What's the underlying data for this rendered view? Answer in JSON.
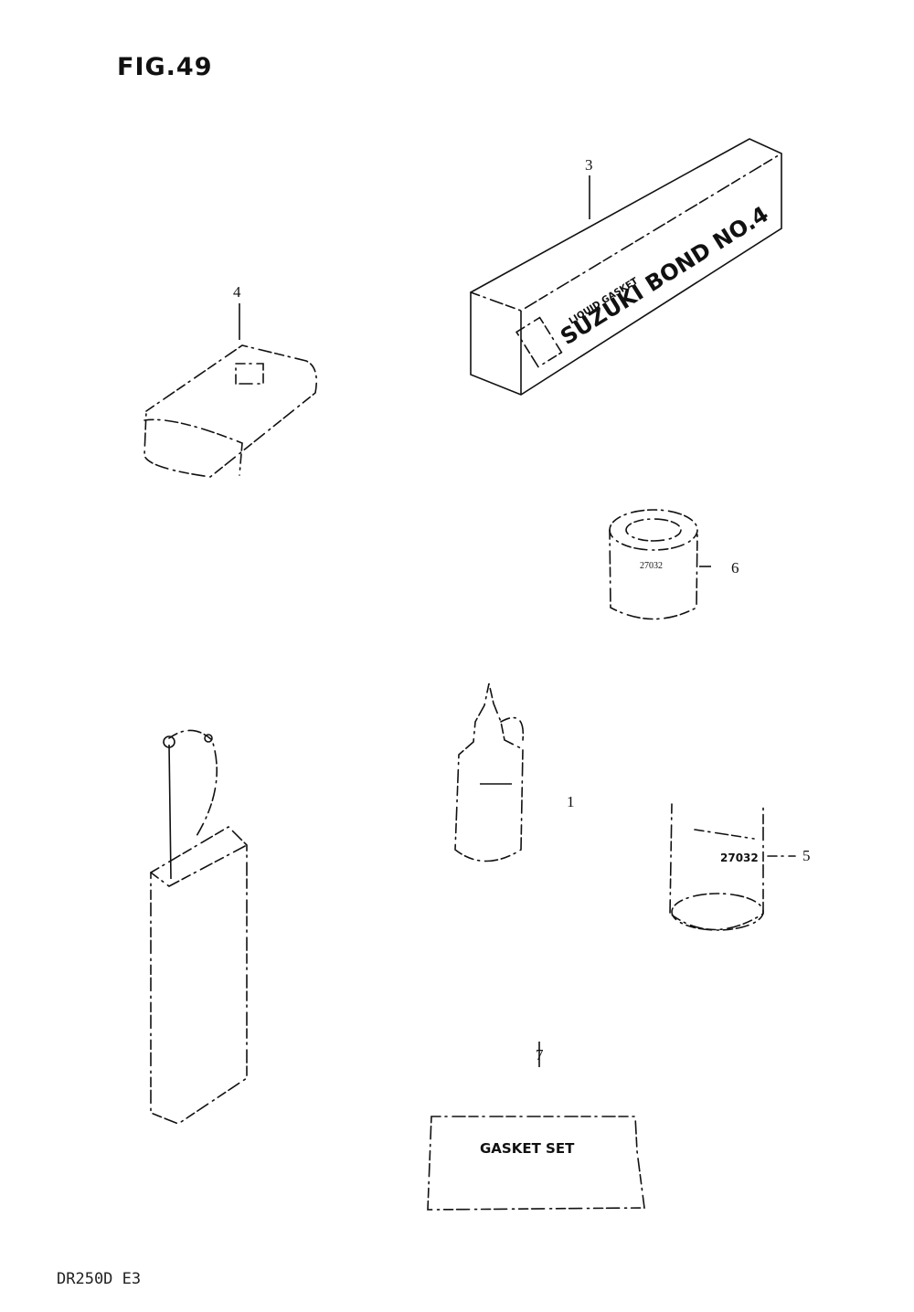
{
  "figure": {
    "title": "FIG.49",
    "footer": "DR250D E3"
  },
  "callouts": {
    "c1": "1",
    "c3": "3",
    "c4": "4",
    "c5": "5",
    "c6": "6",
    "c7": "7"
  },
  "labels": {
    "bond_subtitle": "LIQUID GASKET",
    "bond_name": "SUZUKI BOND NO.4",
    "gasket_set": "GASKET SET",
    "can_label": "27032"
  }
}
